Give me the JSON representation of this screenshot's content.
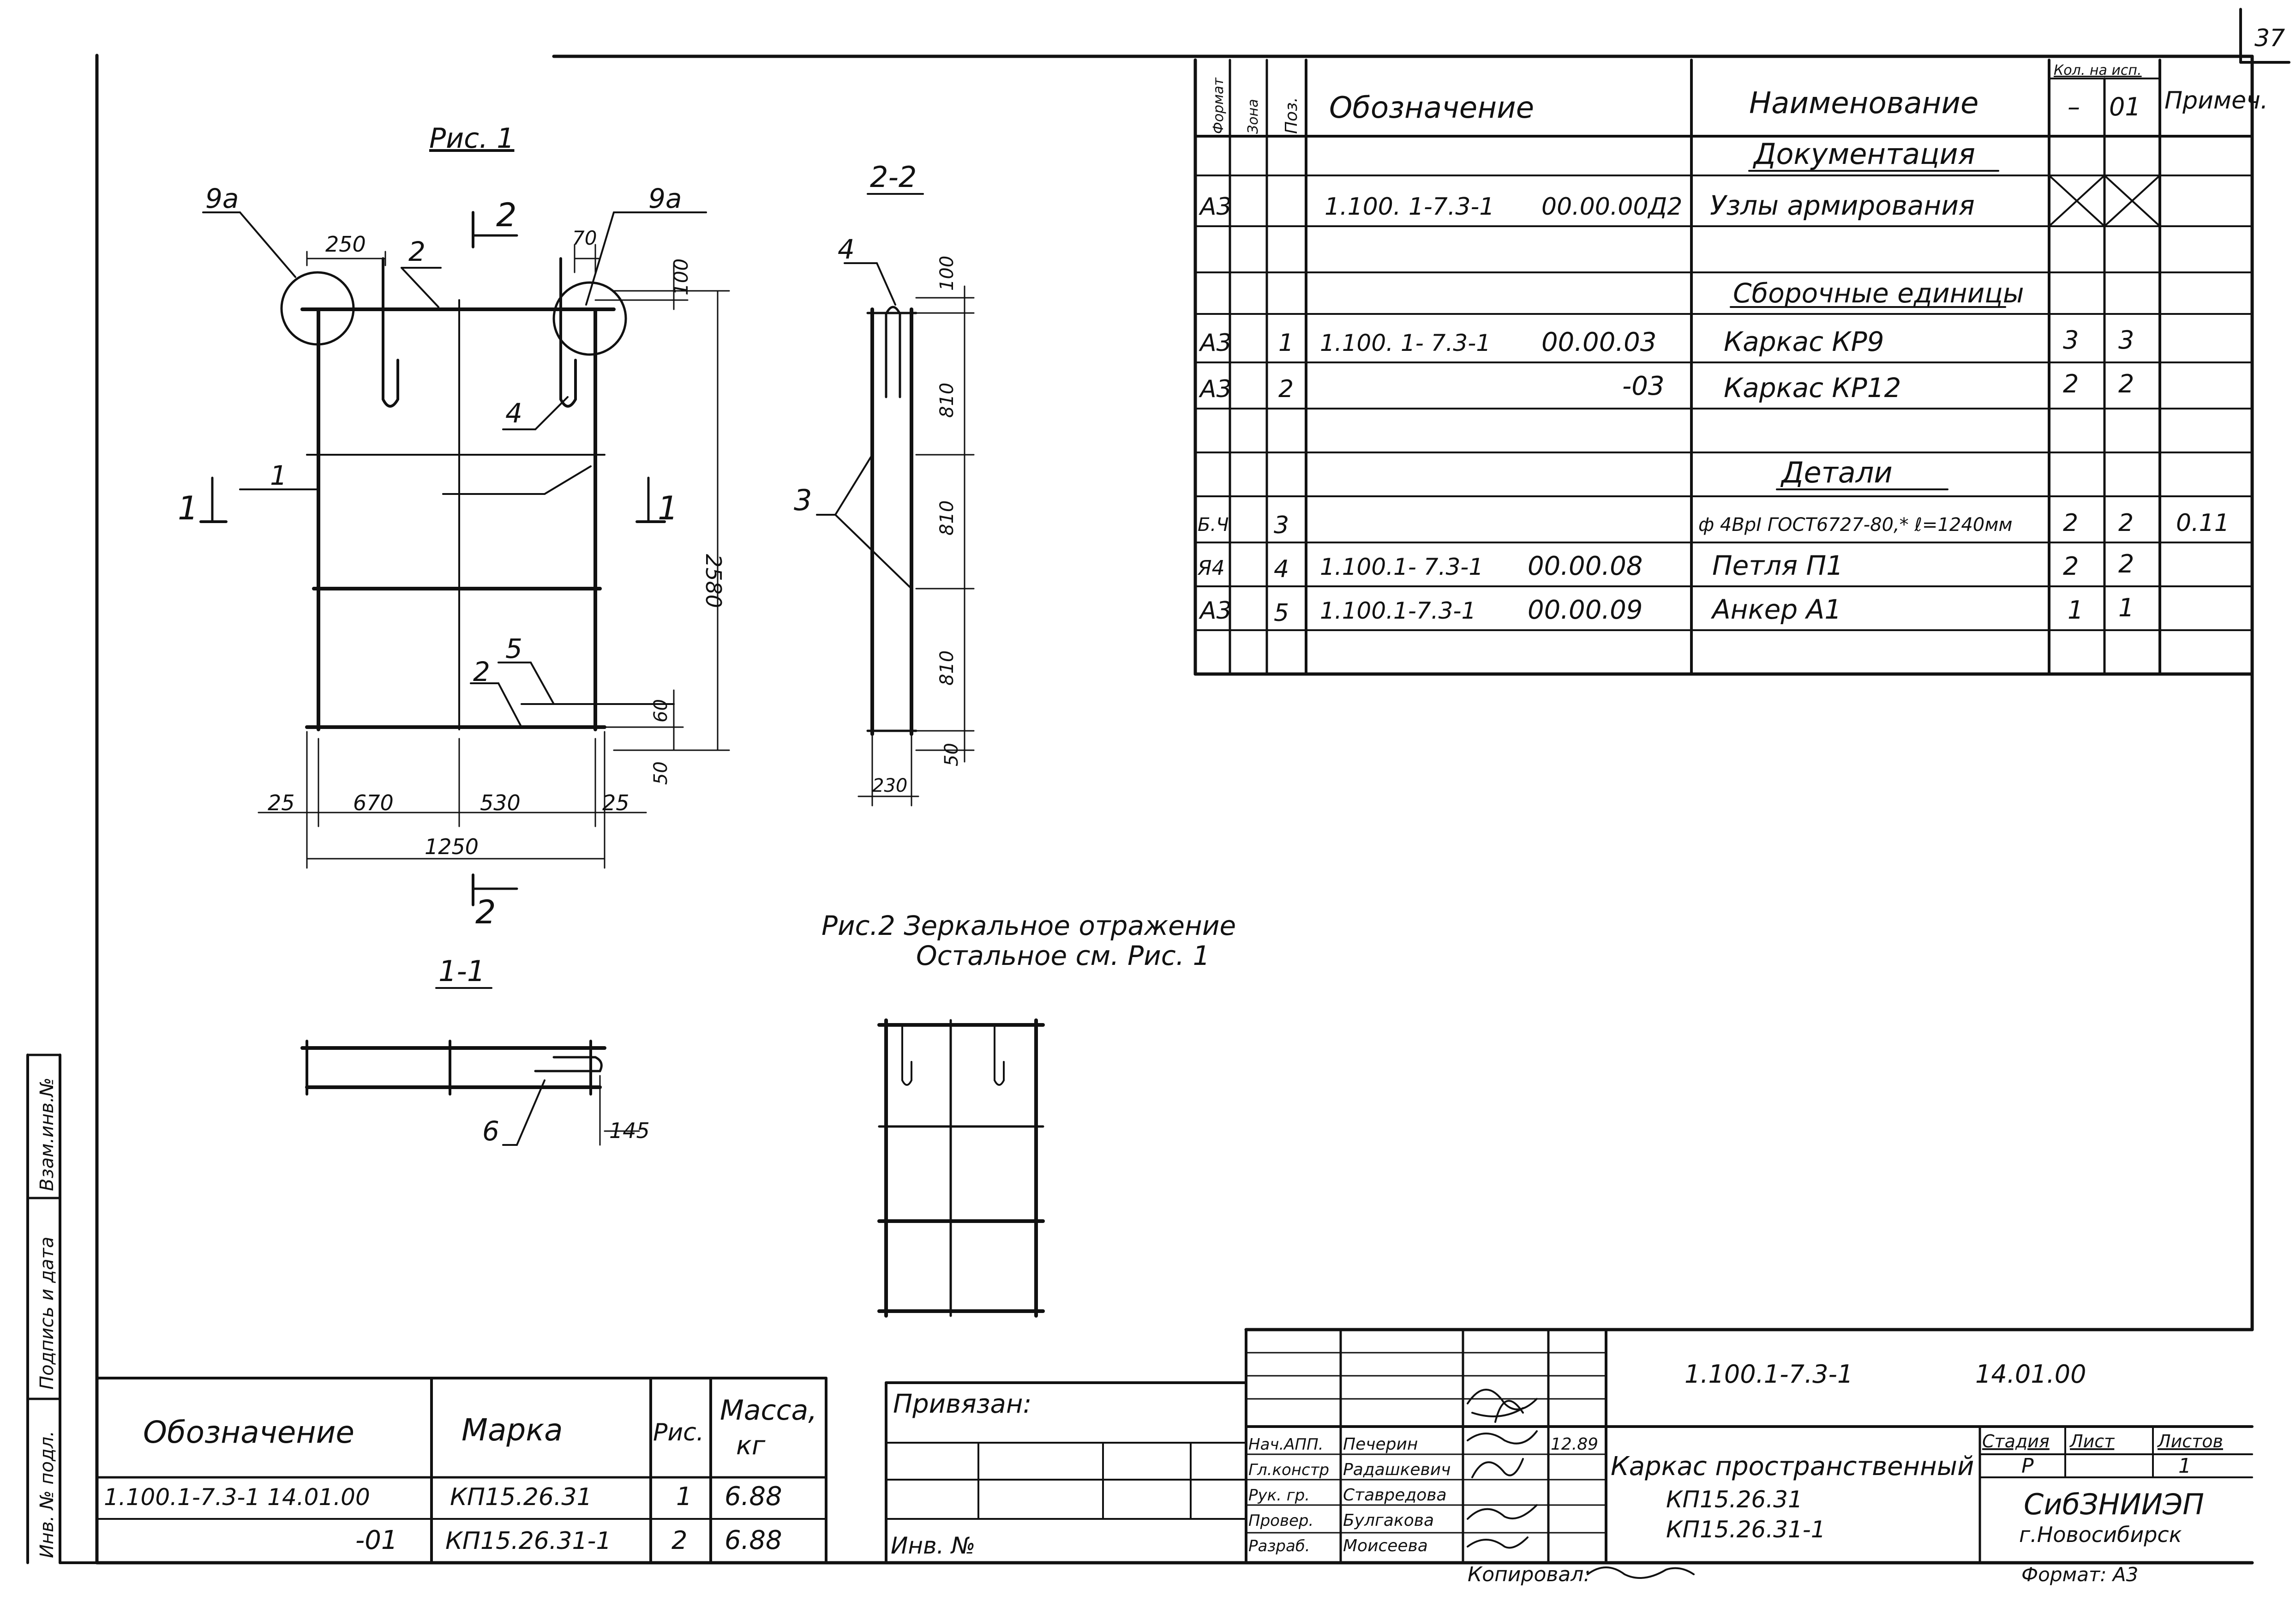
{
  "sheet_number": "37",
  "fig1": {
    "title": "Рис. 1",
    "leader_9a_left": "9а",
    "leader_9a_right": "9а",
    "section_mark_top": "2",
    "section_mark_bottom": "2",
    "section_mark_left": "1",
    "section_mark_right": "1",
    "dim_250": "250",
    "dim_70": "70",
    "dim_100": "100",
    "dim_2580": "2580",
    "dim_60": "60",
    "dim_50": "50",
    "dim_25_left": "25",
    "dim_670": "670",
    "dim_530": "530",
    "dim_25_right": "25",
    "dim_1250": "1250",
    "pos_2_top": "2",
    "pos_4": "4",
    "pos_1": "1",
    "pos_5": "5",
    "pos_2_bottom": "2"
  },
  "sec22": {
    "title": "2-2",
    "pos_4": "4",
    "pos_3": "3",
    "dim_100": "100",
    "dim_810a": "810",
    "dim_810b": "810",
    "dim_810c": "810",
    "dim_50": "50",
    "dim_230": "230"
  },
  "sec11": {
    "title": "1-1",
    "pos_6": "6",
    "dim_145": "145"
  },
  "fig2": {
    "caption_line1": "Рис.2   Зеркальное  отражение",
    "caption_line2": "Остальное см. Рис. 1"
  },
  "spec": {
    "headers": {
      "format": "Формат",
      "zone": "Зона",
      "pos": "Поз.",
      "designation": "Обозначение",
      "name": "Наименование",
      "qty": "Кол. на исп.",
      "qty_a": "–",
      "qty_b": "01",
      "note": "Примеч."
    },
    "sections": {
      "documentation": "Документация",
      "assemblies": "Сборочные  единицы",
      "details": "Детали"
    },
    "rows": [
      {
        "format": "А3",
        "pos": "",
        "desig_a": "1.100. 1-7.3-1",
        "desig_b": "00.00.00Д2",
        "name": "Узлы армирования",
        "q1": "",
        "q2": "",
        "note": ""
      },
      {
        "format": "А3",
        "pos": "1",
        "desig_a": "1.100. 1- 7.3-1",
        "desig_b": "00.00.03",
        "name": "Каркас  КР9",
        "q1": "3",
        "q2": "3",
        "note": ""
      },
      {
        "format": "А3",
        "pos": "2",
        "desig_a": "",
        "desig_b": "-03",
        "name": "Каркас  КР12",
        "q1": "2",
        "q2": "2",
        "note": ""
      },
      {
        "format": "Б.Ч",
        "pos": "3",
        "desig_a": "",
        "desig_b": "",
        "name": "ф 4ВрI ГОСТ6727-80,* ℓ=1240мм",
        "q1": "2",
        "q2": "2",
        "note": "0.11"
      },
      {
        "format": "Я4",
        "pos": "4",
        "desig_a": "1.100.1- 7.3-1",
        "desig_b": "00.00.08",
        "name": "Петля П1",
        "q1": "2",
        "q2": "2",
        "note": ""
      },
      {
        "format": "А3",
        "pos": "5",
        "desig_a": "1.100.1-7.3-1",
        "desig_b": "00.00.09",
        "name": "Анкер А1",
        "q1": "1",
        "q2": "1",
        "note": ""
      }
    ]
  },
  "variants": {
    "headers": {
      "designation": "Обозначение",
      "mark": "Марка",
      "fig": "Рис.",
      "mass": "Масса,",
      "mass_unit": "кг"
    },
    "rows": [
      {
        "designation": "1.100.1-7.3-1    14.01.00",
        "mark": "КП15.26.31",
        "fig": "1",
        "mass": "6.88"
      },
      {
        "designation": "-01",
        "mark": "КП15.26.31-1",
        "fig": "2",
        "mass": "6.88"
      }
    ]
  },
  "binding": {
    "label": "Привязан:",
    "inv": "Инв. №"
  },
  "side_stamp": {
    "f1": "Взам.инв.№",
    "f2": "Подпись и дата",
    "f3": "Инв. № подл."
  },
  "title_block": {
    "designation": "1.100.1-7.3-1",
    "code": "14.01.00",
    "roles": [
      "Нач.АПП.",
      "Гл.констр",
      "Рук. гр.",
      "Провер.",
      "Разраб."
    ],
    "names": [
      "Печерин",
      "Радашкевич",
      "Ставредова",
      "Булгакова",
      "Моисеева"
    ],
    "date": "12.89",
    "title_line1": "Каркас пространственный",
    "title_line2": "КП15.26.31",
    "title_line3": "КП15.26.31-1",
    "stage_label": "Стадия",
    "sheet_label": "Лист",
    "sheets_label": "Листов",
    "stage_value": "Р",
    "sheets_value": "1",
    "org_line1": "СибЗНИИЭП",
    "org_line2": "г.Новосибирск"
  },
  "footer": {
    "copied": "Копировал:",
    "format": "Формат: А3"
  }
}
